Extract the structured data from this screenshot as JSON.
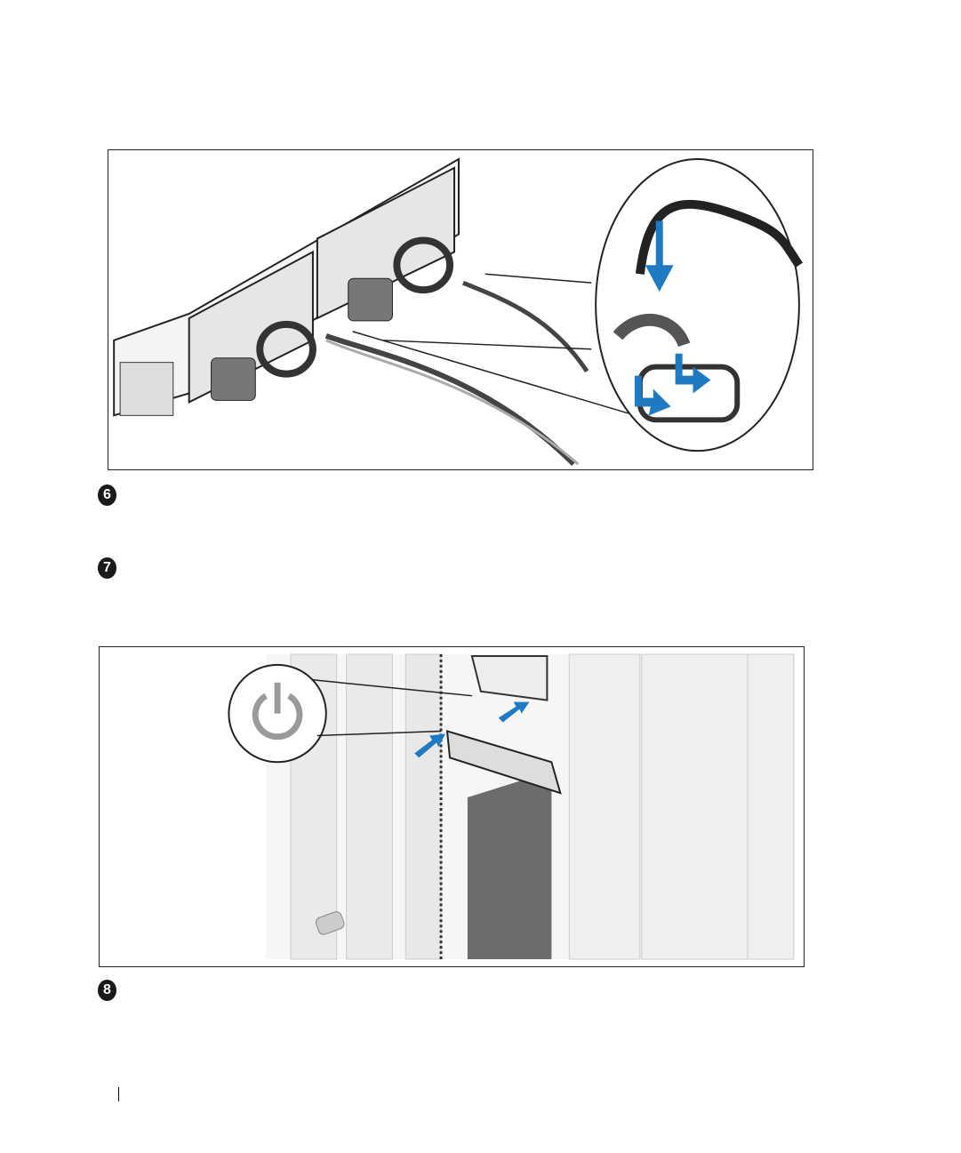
{
  "steps": [
    {
      "number": "6"
    },
    {
      "number": "7"
    },
    {
      "number": "8"
    }
  ],
  "colors": {
    "arrow_blue": "#1f7ac4",
    "line": "#222222",
    "gray": "#8a8a8a"
  }
}
